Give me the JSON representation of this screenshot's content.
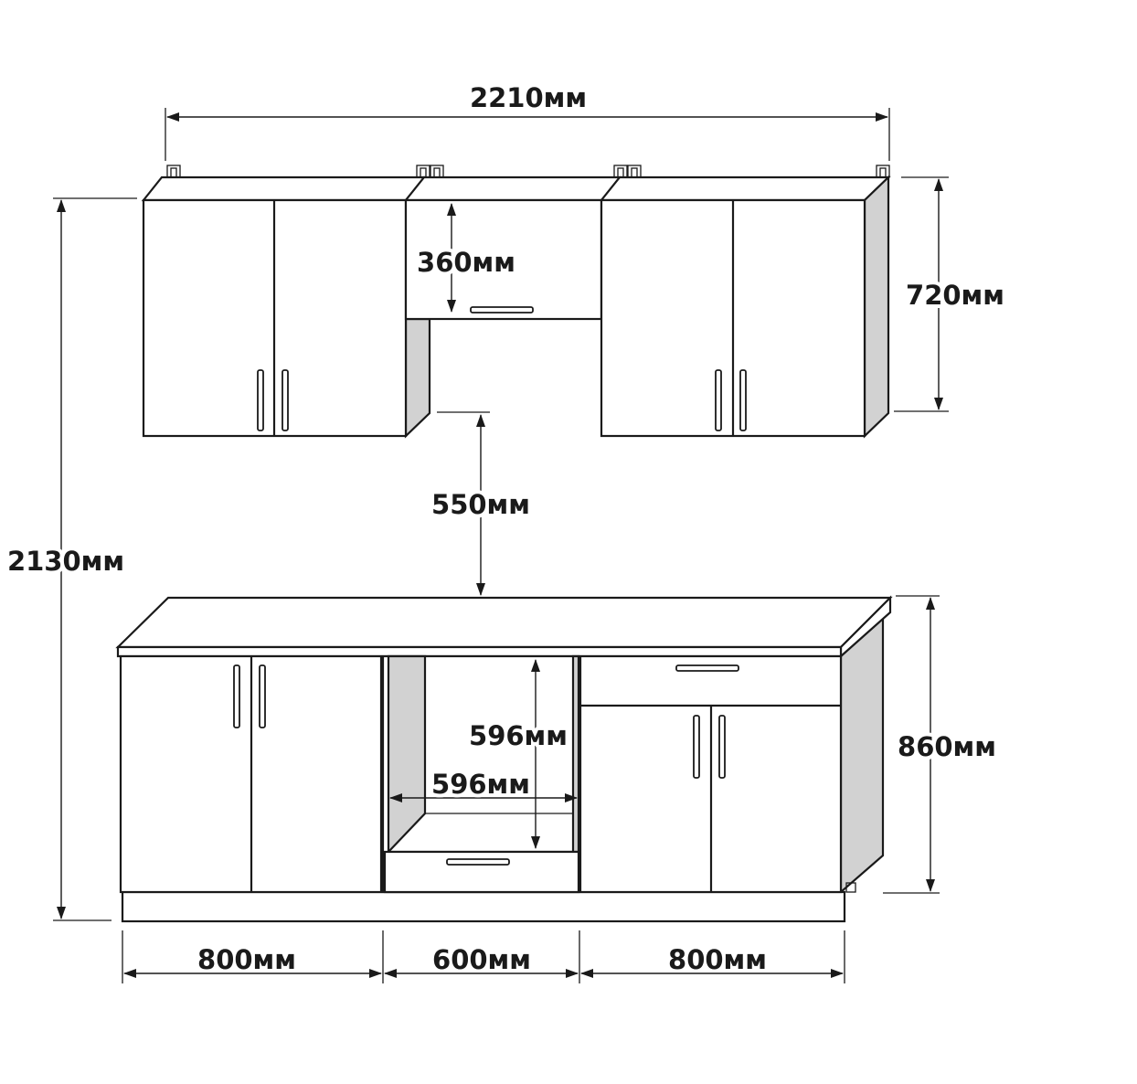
{
  "dimensions": {
    "total_width": "2210мм",
    "total_height": "2130мм",
    "upper_cabinet_height": "720мм",
    "hood_cabinet_height": "360мм",
    "gap_height": "550мм",
    "base_cabinet_height": "860мм",
    "oven_niche_height": "596мм",
    "oven_niche_width": "596мм",
    "left_base_width": "800мм",
    "middle_base_width": "600мм",
    "right_base_width": "800мм"
  },
  "colors": {
    "line": "#1a1a1a",
    "side_panel": "#d2d2d2",
    "face": "#ffffff"
  }
}
